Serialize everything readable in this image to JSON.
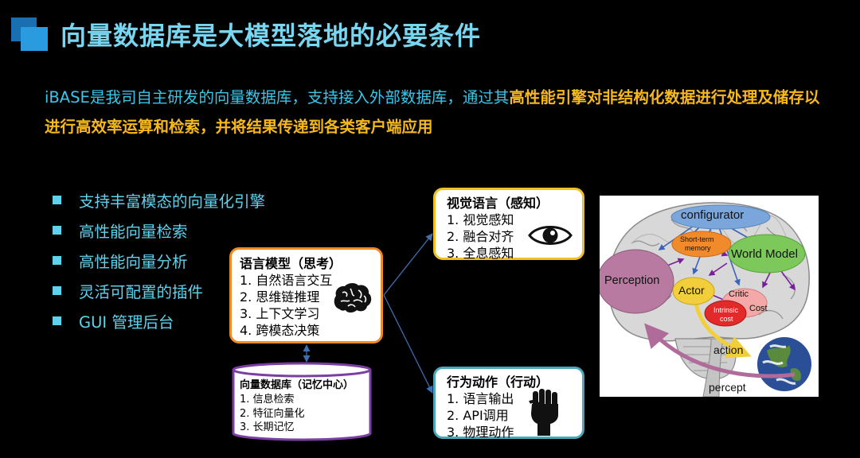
{
  "title": "向量数据库是大模型落地的必要条件",
  "intro": {
    "part1": "iBASE是我司自主研发的向量数据库，支持接入外部数据库，通过其",
    "part2": "高性能引擎对非结构化数据进行处理及储存以进行高效率运算和检索，并将结果传递到各类客户端应用"
  },
  "features": [
    "支持丰富模态的向量化引擎",
    "高性能向量检索",
    "高性能向量分析",
    "灵活可配置的插件",
    "GUI 管理后台"
  ],
  "language_box": {
    "title": "语言模型（思考）",
    "items": [
      "1. 自然语言交互",
      "2. 思维链推理",
      "3. 上下文学习",
      "4. 跨模态决策"
    ],
    "icon": "brain-icon"
  },
  "vision_box": {
    "title": "视觉语言（感知）",
    "items": [
      "1. 视觉感知",
      "2. 融合对齐",
      "3. 全息感知"
    ],
    "icon": "eye-icon"
  },
  "action_box": {
    "title": "行为动作（行动）",
    "items": [
      "1. 语言输出",
      "2. API调用",
      "3. 物理动作"
    ],
    "icon": "fist-icon"
  },
  "db_box": {
    "title": "向量数据库（记忆中心）",
    "items": [
      "1. 信息检索",
      "2. 特征向量化",
      "3. 长期记忆"
    ]
  },
  "brain_diagram": {
    "configurator": "configurator",
    "short_term_1": "Short-term",
    "short_term_2": "memory",
    "world_model": "World Model",
    "perception": "Perception",
    "actor": "Actor",
    "critic": "Critic",
    "intrinsic_1": "Intrinsic",
    "intrinsic_2": "cost",
    "cost": "Cost",
    "action": "action",
    "percept": "percept"
  },
  "colors": {
    "title": "#79d6f0",
    "cyan_text": "#39c6ea",
    "highlight": "#f7b81a",
    "language_border": "#f08a24",
    "vision_border": "#f0c020",
    "action_border": "#4aa6b8",
    "db_border": "#7b3fa3",
    "connector": "#3e6fb0"
  }
}
